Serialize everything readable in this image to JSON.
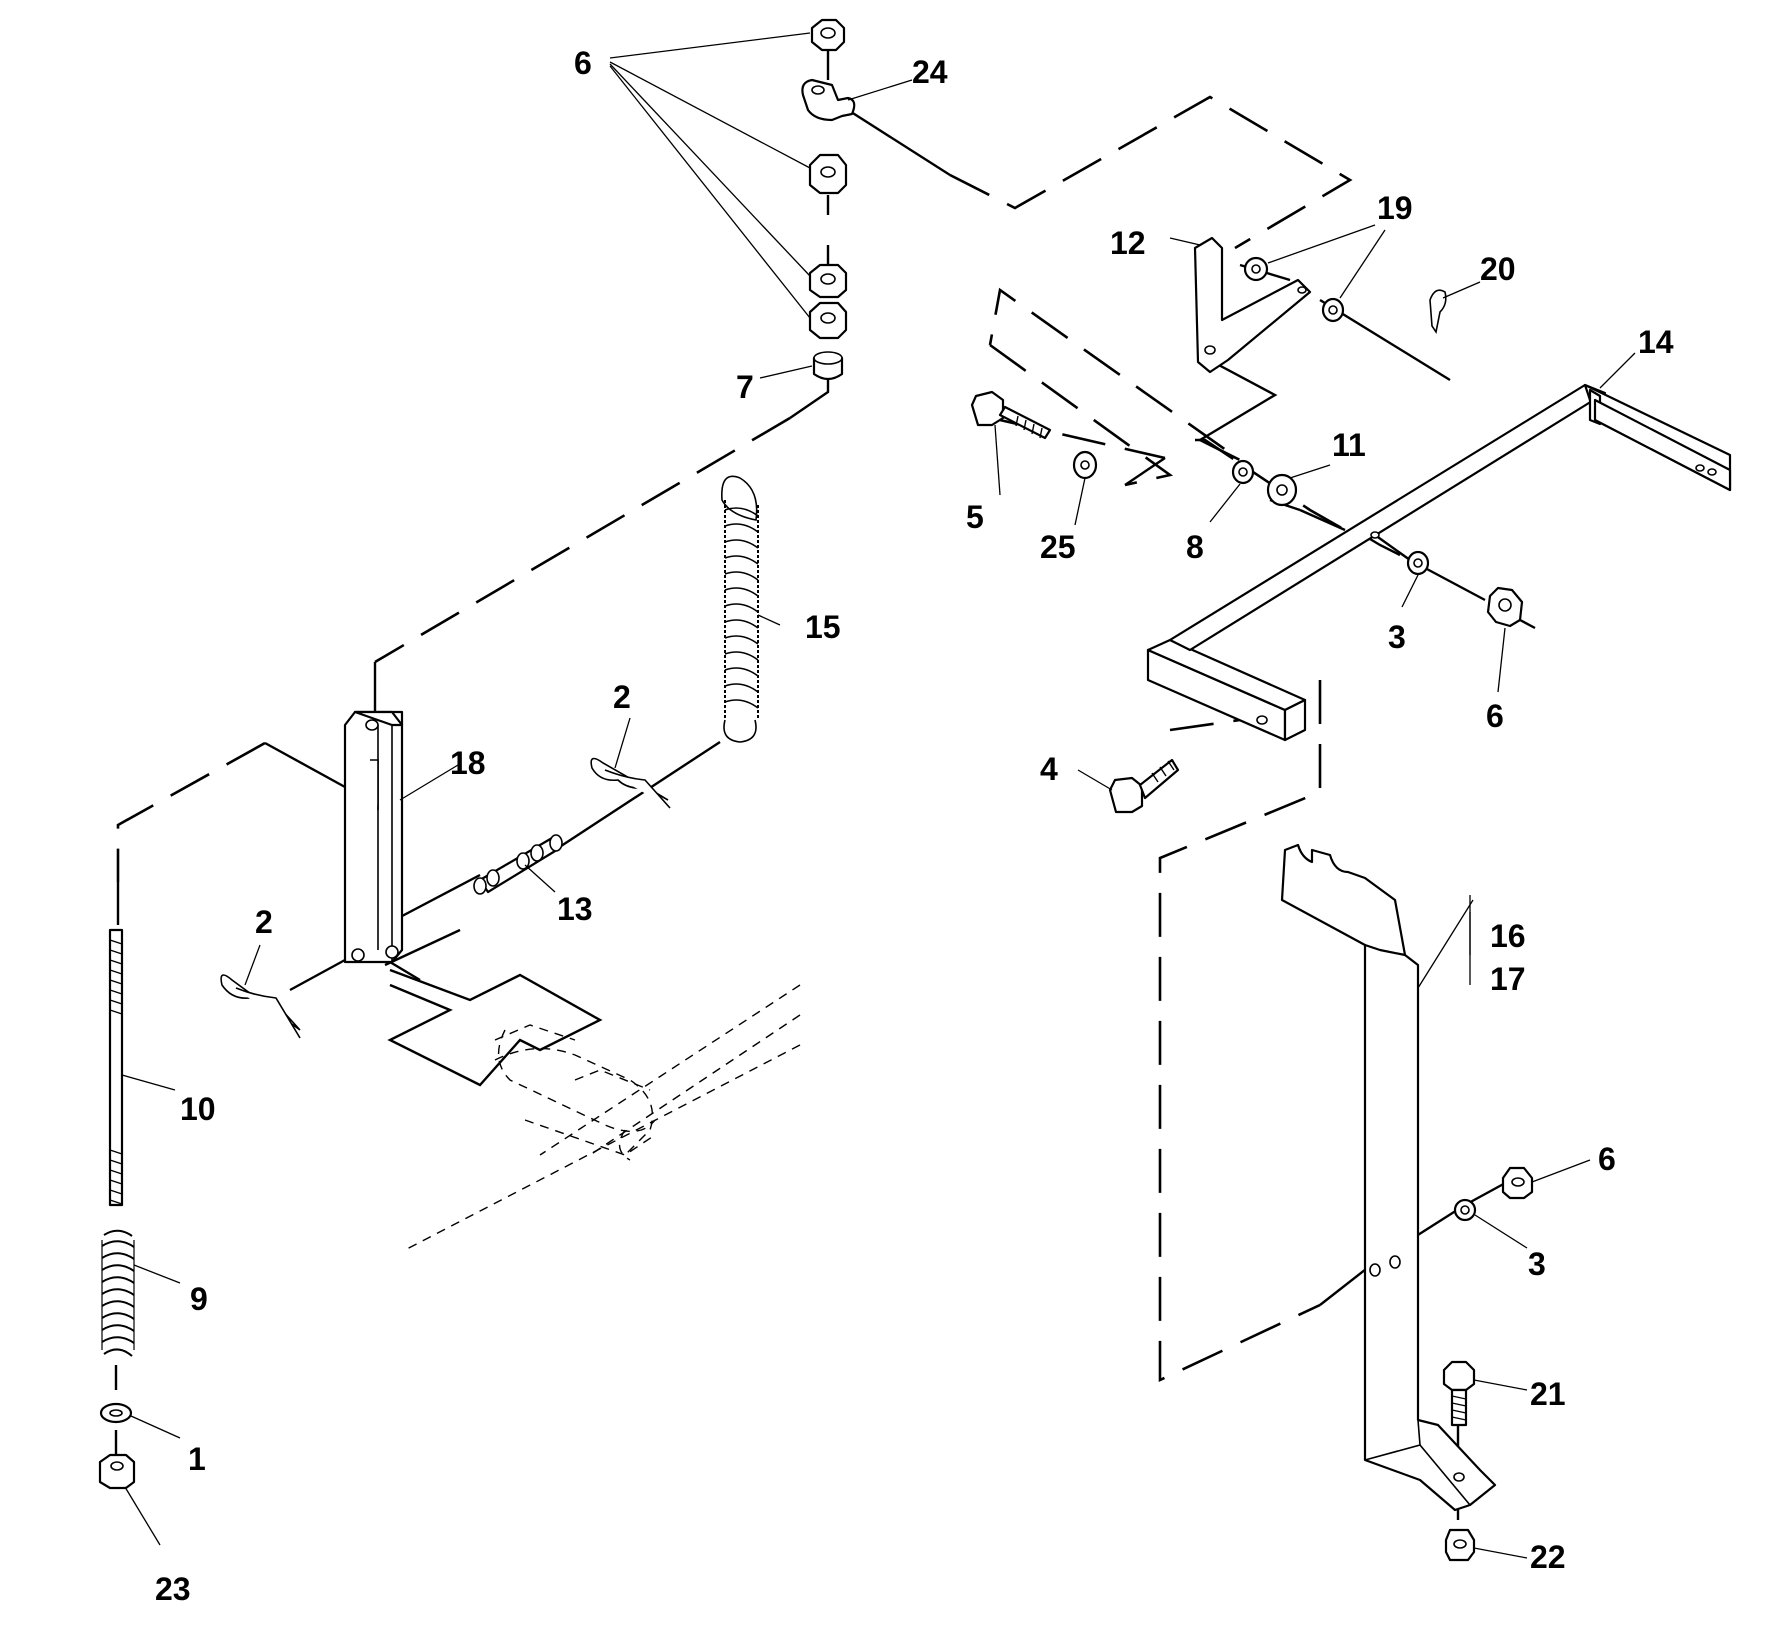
{
  "callouts": {
    "n1": "1",
    "n2a": "2",
    "n2b": "2",
    "n3a": "3",
    "n3b": "3",
    "n4": "4",
    "n5": "5",
    "n6a": "6",
    "n6b": "6",
    "n6c": "6",
    "n7": "7",
    "n8": "8",
    "n9": "9",
    "n10": "10",
    "n11": "11",
    "n12": "12",
    "n13": "13",
    "n14": "14",
    "n15": "15",
    "n16": "16",
    "n17": "17",
    "n18": "18",
    "n19": "19",
    "n20": "20",
    "n21": "21",
    "n22": "22",
    "n23": "23",
    "n24": "24",
    "n25": "25"
  }
}
